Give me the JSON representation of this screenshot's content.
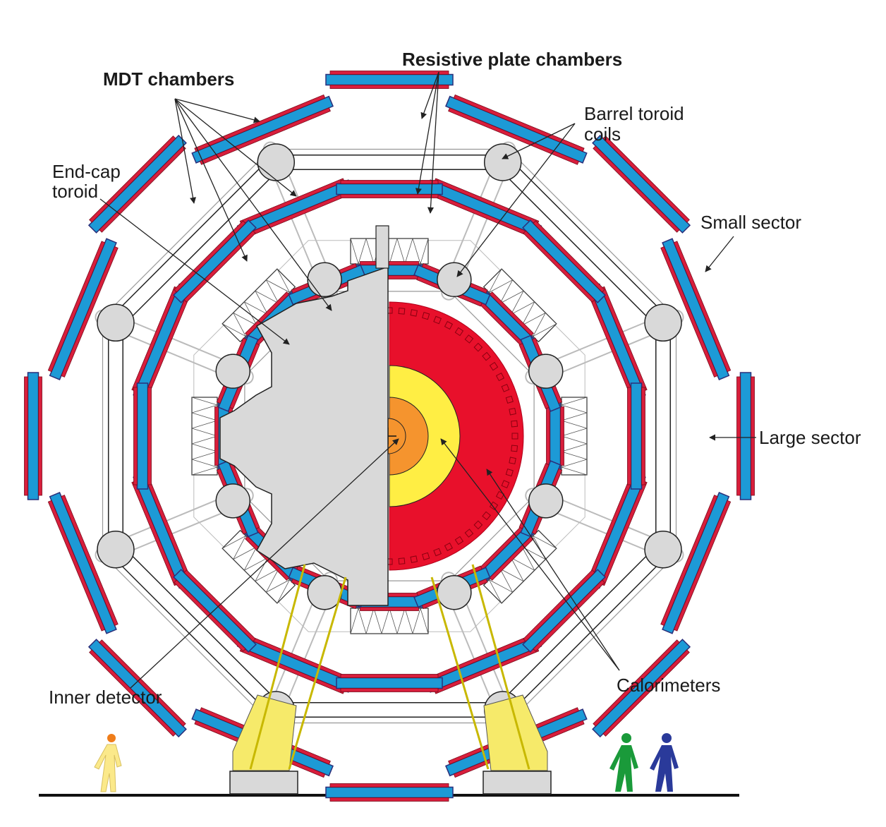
{
  "labels": {
    "rpc": "Resistive plate chambers",
    "mdt": "MDT chambers",
    "barrel_line1": "Barrel toroid",
    "barrel_line2": "coils",
    "endcap_line1": "End-cap",
    "endcap_line2": "toroid",
    "small_sector": "Small sector",
    "large_sector": "Large sector",
    "inner_detector": "Inner detector",
    "calorimeters": "Calorimeters"
  },
  "colors": {
    "chamber_blue": "#1d9ad6",
    "chamber_red": "#d81e3c",
    "chamber_navy": "#2b2f7a",
    "coil_grey": "#d9d9d9",
    "calorimeter_red": "#e8102b",
    "calorimeter_yellow": "#ffee44",
    "inner_orange": "#f5942e",
    "support_yellow": "#f6ea6a",
    "person_yellow": "#fbe98a",
    "person_green": "#1a9a3a",
    "person_blue": "#2a3a9a",
    "person_orange": "#ef7d1a"
  }
}
